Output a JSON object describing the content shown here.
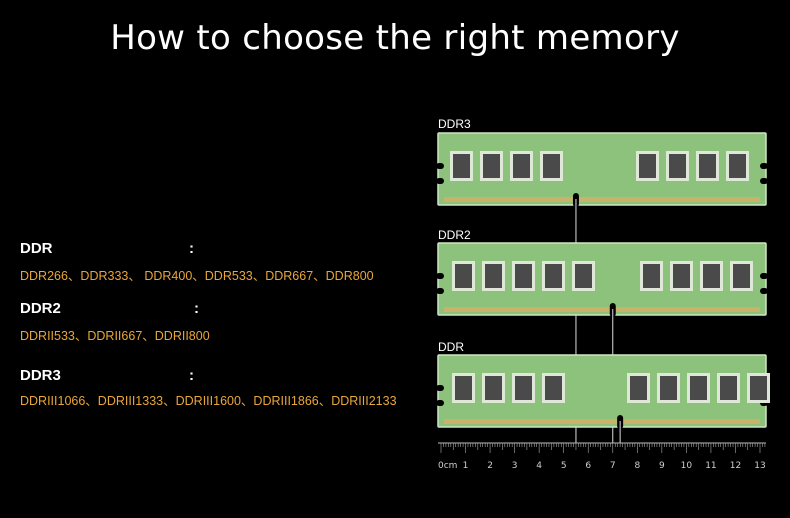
{
  "title": "How to choose the right memory",
  "types": [
    {
      "name": "DDR",
      "colon": ":",
      "speeds": "DDR266、DDR333、 DDR400、DDR533、DDR667、DDR800"
    },
    {
      "name": "DDR2",
      "colon": ":",
      "speeds": "DDRII533、DDRII667、DDRII800"
    },
    {
      "name": "DDR3",
      "colon": ":",
      "speeds": "DDRIII1066、DDRIII1333、DDRIII1600、DDRIII1866、DDRIII2133"
    }
  ],
  "modules": [
    {
      "label": "DDR3",
      "notch_at": 5.5
    },
    {
      "label": "DDR2",
      "notch_at": 7.0
    },
    {
      "label": "DDR",
      "notch_at": 7.3
    }
  ],
  "ruler": {
    "start_label": "0cm",
    "ticks": [
      "1",
      "2",
      "3",
      "4",
      "5",
      "6",
      "7",
      "8",
      "9",
      "10",
      "11",
      "12",
      "13"
    ]
  },
  "colors": {
    "pcb": "#8dc27c",
    "chip": "#4a4a4a",
    "speed_text": "#e9a63a",
    "background": "#000000"
  }
}
